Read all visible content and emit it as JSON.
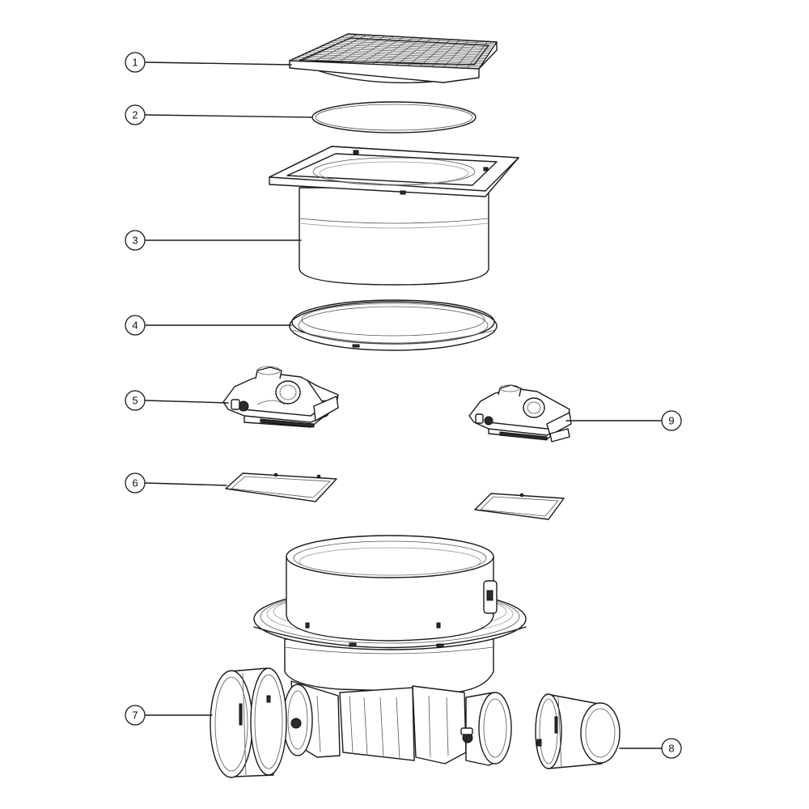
{
  "callouts": [
    {
      "id": "1",
      "label": "1"
    },
    {
      "id": "2",
      "label": "2"
    },
    {
      "id": "3",
      "label": "3"
    },
    {
      "id": "4",
      "label": "4"
    },
    {
      "id": "5",
      "label": "5"
    },
    {
      "id": "6",
      "label": "6"
    },
    {
      "id": "7",
      "label": "7"
    },
    {
      "id": "8",
      "label": "8"
    },
    {
      "id": "9",
      "label": "9"
    }
  ],
  "colors": {
    "line": "#1a1a1a",
    "background": "#ffffff"
  }
}
